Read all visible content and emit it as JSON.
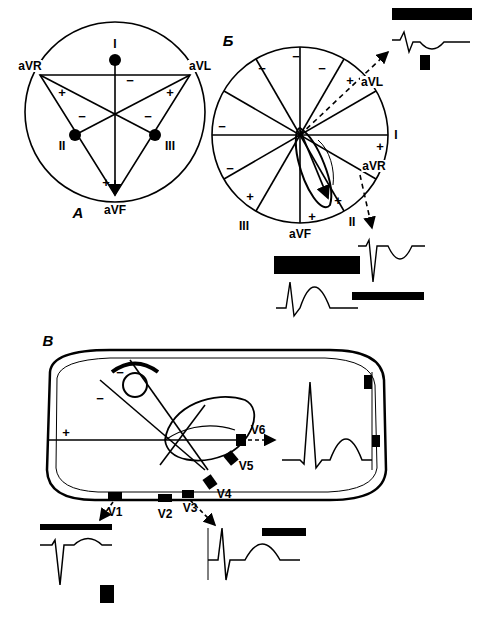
{
  "diagram": {
    "labels": [
      "А",
      "I",
      "aVR",
      "aVL",
      "II",
      "III",
      "aVF",
      "+",
      "−",
      "+",
      "−",
      "−",
      "+",
      "Б",
      "aVL",
      "I",
      "aVR",
      "III",
      "aVF",
      "II",
      "−",
      "−",
      "−",
      "+",
      "−",
      "+",
      "−",
      "+",
      "+",
      "+",
      "В",
      "V1",
      "V2",
      "V3",
      "V4",
      "V5",
      "V6",
      "−",
      "+",
      "−"
    ]
  }
}
